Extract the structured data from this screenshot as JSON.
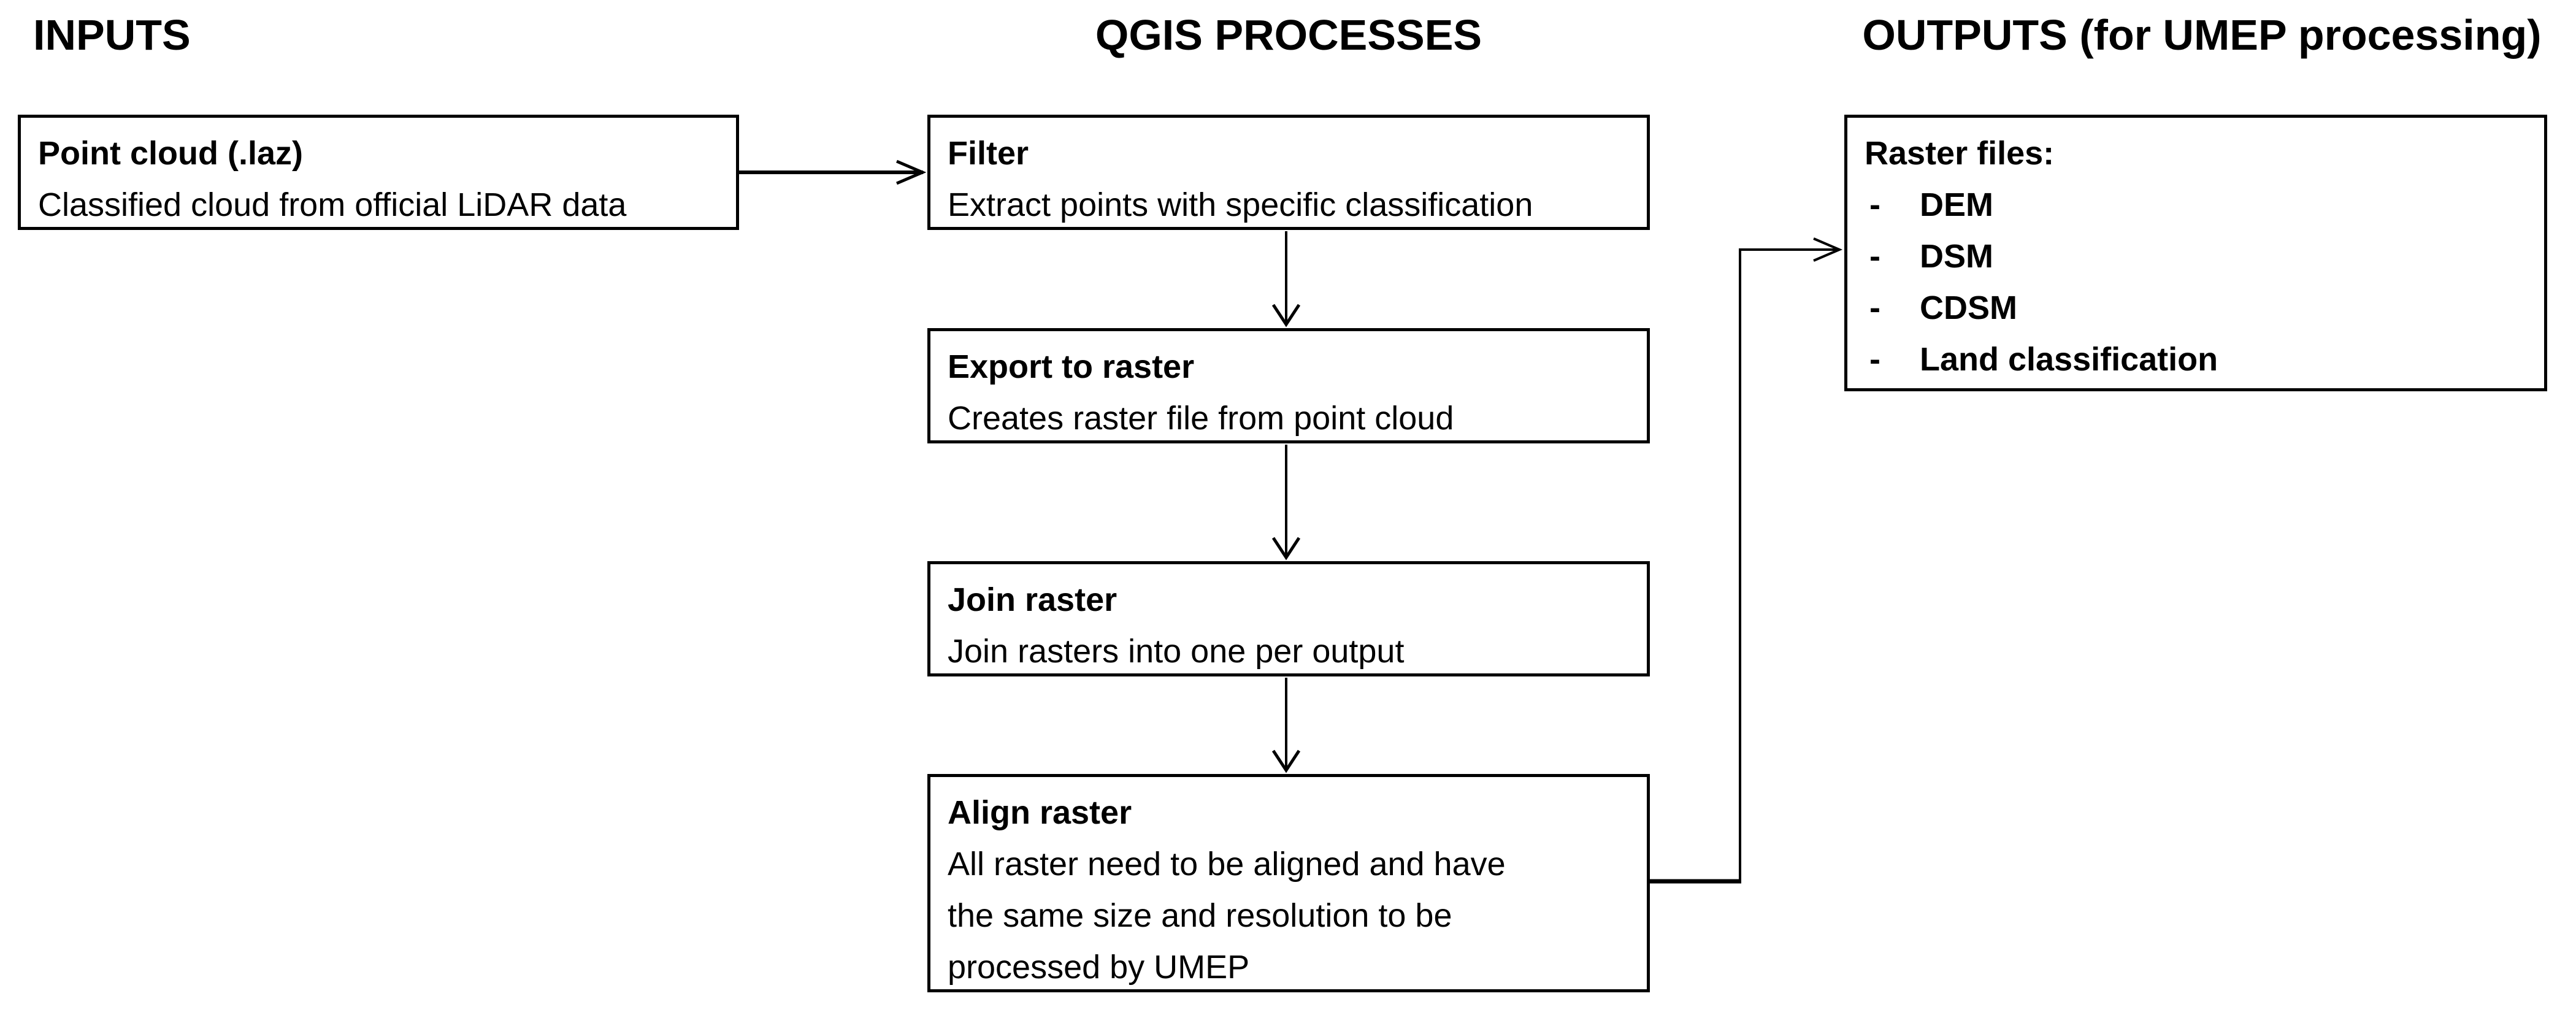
{
  "headers": {
    "inputs": "INPUTS",
    "processes": "QGIS PROCESSES",
    "outputs": "OUTPUTS (for UMEP processing)"
  },
  "input_box": {
    "title": "Point cloud (.laz)",
    "description": "Classified cloud from official LiDAR data"
  },
  "process_boxes": {
    "filter": {
      "title": "Filter",
      "description": "Extract points with specific classification"
    },
    "export": {
      "title": "Export to raster",
      "description": "Creates raster file from point cloud"
    },
    "join": {
      "title": "Join raster",
      "description": "Join rasters into one per output"
    },
    "align": {
      "title": "Align raster",
      "description": "All raster need to be aligned and have the same size and resolution to be processed by UMEP",
      "description_lines": [
        "All raster need to be aligned and have",
        "the same size and resolution to be",
        "processed by UMEP"
      ]
    }
  },
  "output_box": {
    "title": "Raster files:",
    "bullet": "-",
    "items": [
      "DEM",
      "DSM",
      "CDSM",
      "Land classification"
    ]
  },
  "colors": {
    "ink": "#000000",
    "background": "#ffffff"
  }
}
